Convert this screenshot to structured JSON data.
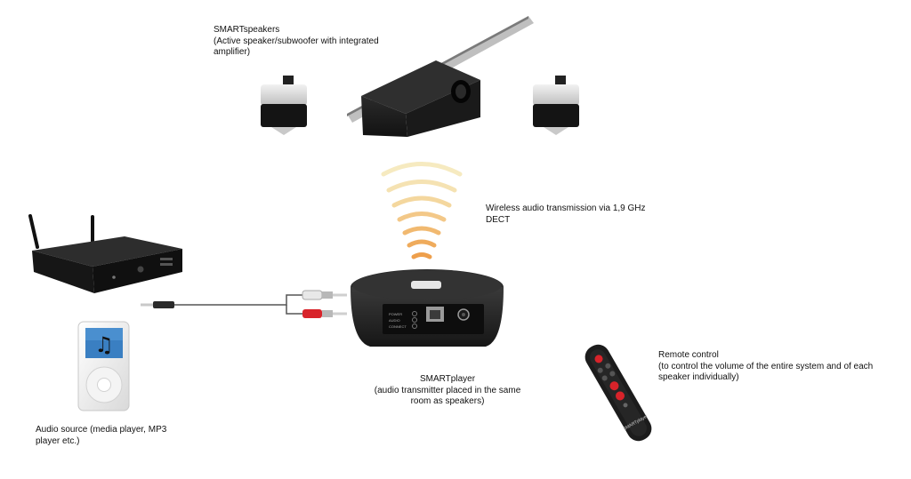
{
  "labels": {
    "speakers": {
      "line1": "SMARTspeakers",
      "line2": "(Active speaker/subwoofer with integrated",
      "line3": "amplifier)"
    },
    "wireless": {
      "line1": "Wireless audio transmission via 1,9 GHz",
      "line2": "DECT"
    },
    "player": {
      "line1": "SMARTplayer",
      "line2": "(audio transmitter placed in the same",
      "line3": "room as speakers)"
    },
    "remote": {
      "line1": "Remote control",
      "line2": "(to control the volume of the entire system and of each",
      "line3": "speaker individually)"
    },
    "source": {
      "line1": "Audio source (media player, MP3",
      "line2": "player etc.)"
    }
  },
  "device_text": {
    "led1": "POWER",
    "led2": "AUDIO",
    "led3": "CONNECT",
    "remote_brand": "SMARTplayer"
  },
  "colors": {
    "wave_top": "#f7ecc4",
    "wave_bottom": "#f0a850",
    "rca_red": "#d8232a",
    "rca_white": "#e8e8e8",
    "device_dark": "#1e1e1e",
    "ipod_screen": "#3a7fc2",
    "remote_button": "#d8232a"
  },
  "icons": {
    "media_player_note": "♫"
  }
}
